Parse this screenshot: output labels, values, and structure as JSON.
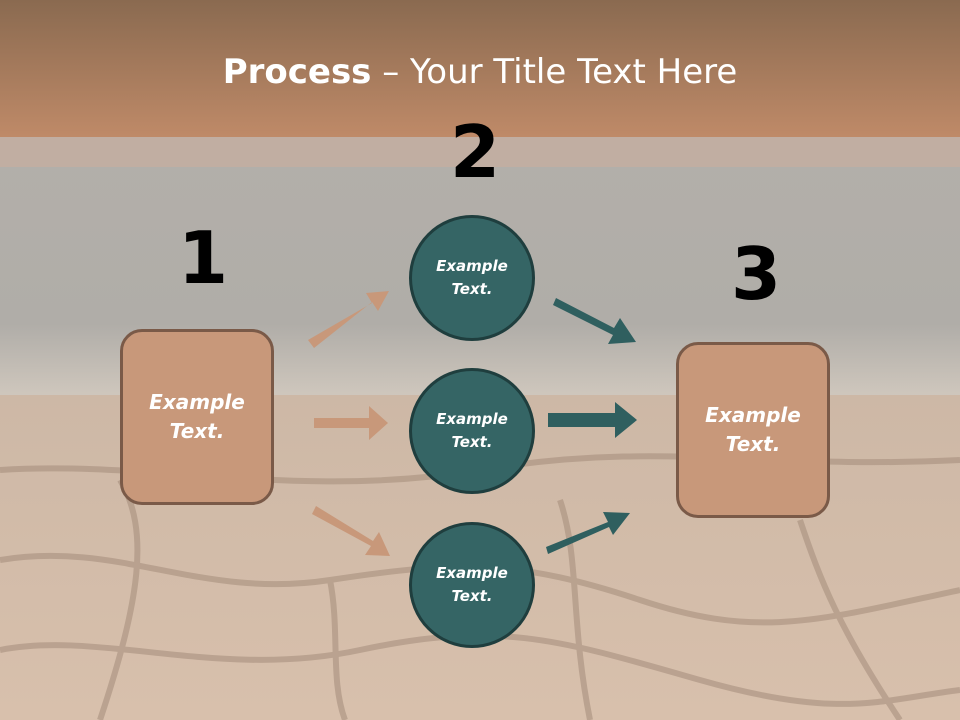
{
  "title": {
    "bold": "Process",
    "rest": " – Your Title Text Here"
  },
  "steps": {
    "n1": "1",
    "n2": "2",
    "n3": "3"
  },
  "left_box": {
    "text": "Example\nText."
  },
  "right_box": {
    "text": "Example\nText."
  },
  "circles": [
    {
      "text": "Example\nText."
    },
    {
      "text": "Example\nText."
    },
    {
      "text": "Example\nText."
    }
  ],
  "colors": {
    "brown": "#c8987a",
    "teal": "#356565",
    "arrow_brown": "#c8987a",
    "arrow_teal": "#2f5f5f"
  }
}
